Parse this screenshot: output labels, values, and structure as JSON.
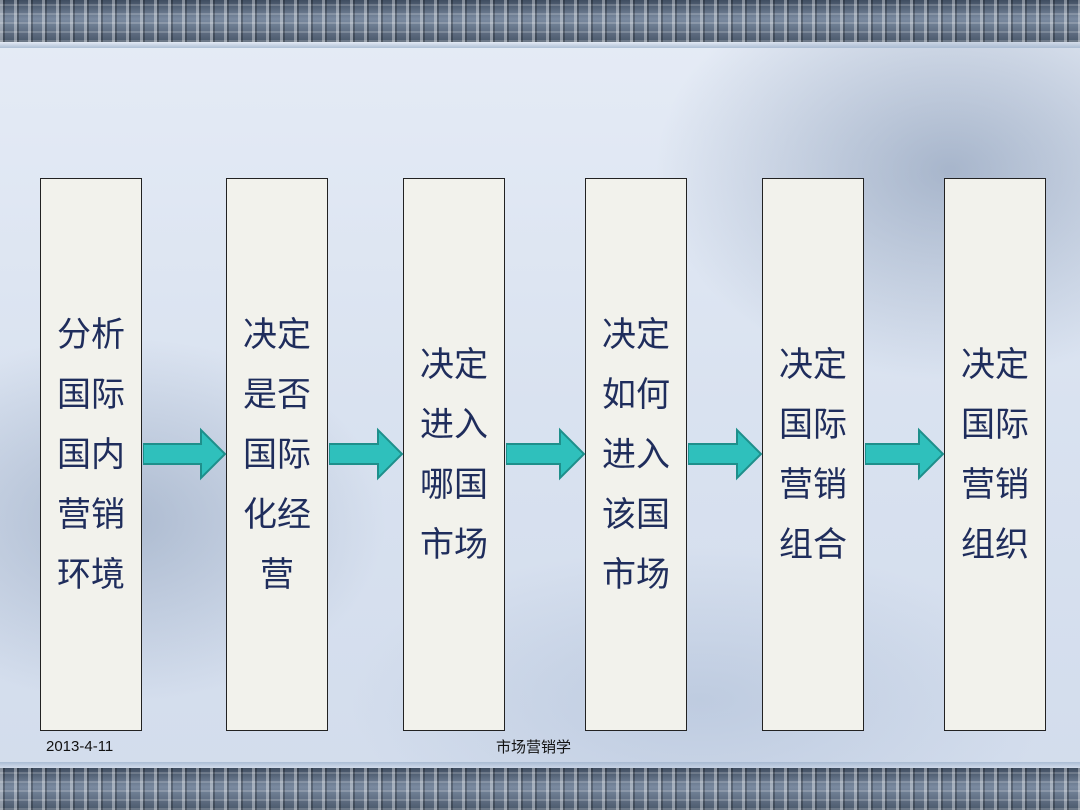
{
  "steps": [
    {
      "label": "分析国际国内营销环境"
    },
    {
      "label": "决定是否国际化经营"
    },
    {
      "label": "决定进入哪国市场"
    },
    {
      "label": "决定如何进入该国市场"
    },
    {
      "label": "决定国际营销组合"
    },
    {
      "label": "决定国际营销组织"
    }
  ],
  "footer": {
    "date": "2013-4-11",
    "course": "市场营销学"
  },
  "colors": {
    "arrow": "#2fc0bc",
    "arrow_outline": "#1e8f8b",
    "box_fill": "#f2f2ec",
    "text": "#1f2d5c"
  }
}
